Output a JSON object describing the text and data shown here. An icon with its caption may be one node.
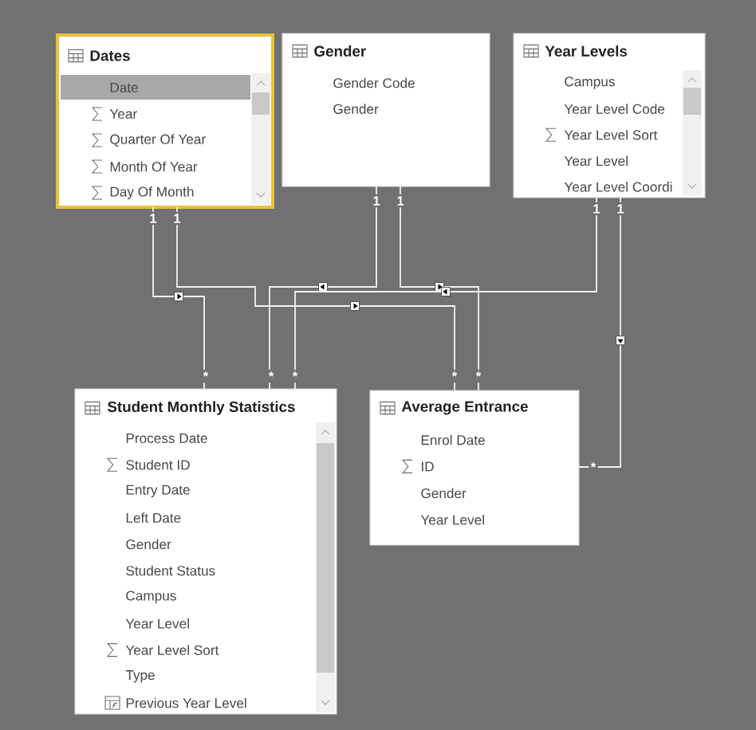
{
  "diagram": {
    "nodes": [
      {
        "text": [
          "Dates",
          "Date",
          "Year",
          "Quarter Of Year",
          "Month Of Year",
          "Day Of Month"
        ]
      },
      {
        "text": [
          "Gender",
          "Gender Code",
          "Gender"
        ]
      },
      {
        "text": [
          "Year Levels",
          "Campus",
          "Year Level Code",
          "Year Level Sort",
          "Year Level",
          "Year Level Coordi"
        ]
      },
      {
        "text": [
          "Student Monthly Statistics",
          "Process Date",
          "Student ID",
          "Entry Date",
          "Left Date",
          "Gender",
          "Student Status",
          "Campus",
          "Year Level",
          "Year Level Sort",
          "Type",
          "Previous Year Level"
        ]
      },
      {
        "text": [
          "Average Entrance",
          "Enrol Date",
          "ID",
          "Gender",
          "Year Level"
        ]
      }
    ],
    "edges": [
      {
        "from": 0,
        "to": 3,
        "arrow": "to"
      },
      {
        "from": 0,
        "to": 4,
        "arrow": "to"
      },
      {
        "from": 1,
        "to": 3,
        "arrow": "to"
      },
      {
        "from": 1,
        "to": 4,
        "arrow": "to"
      },
      {
        "from": 2,
        "to": 3,
        "arrow": "to"
      },
      {
        "from": 2,
        "to": 4,
        "arrow": "to"
      }
    ],
    "labels": [
      "1",
      "1",
      "1",
      "1",
      "1",
      "1",
      "*",
      "*",
      "*",
      "*",
      "*",
      "*"
    ]
  }
}
